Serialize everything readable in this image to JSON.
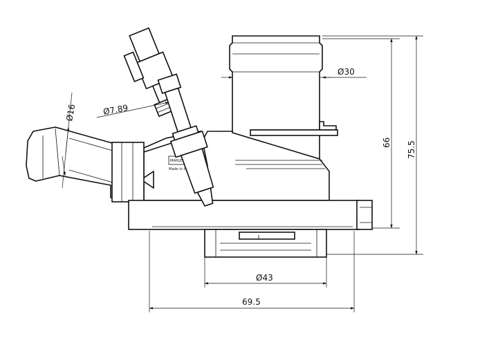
{
  "dimensions": {
    "d30": "Ø30",
    "d7_89": "Ø7.89",
    "d16": "Ø16",
    "h66": "66",
    "h75_5": "75.5",
    "d43": "Ø43",
    "w69_5": "69.5"
  },
  "body_marks": {
    "logo": "MAHLE",
    "made_in": "Made in Italy"
  },
  "colors": {
    "line": "#111111",
    "background": "#ffffff"
  }
}
